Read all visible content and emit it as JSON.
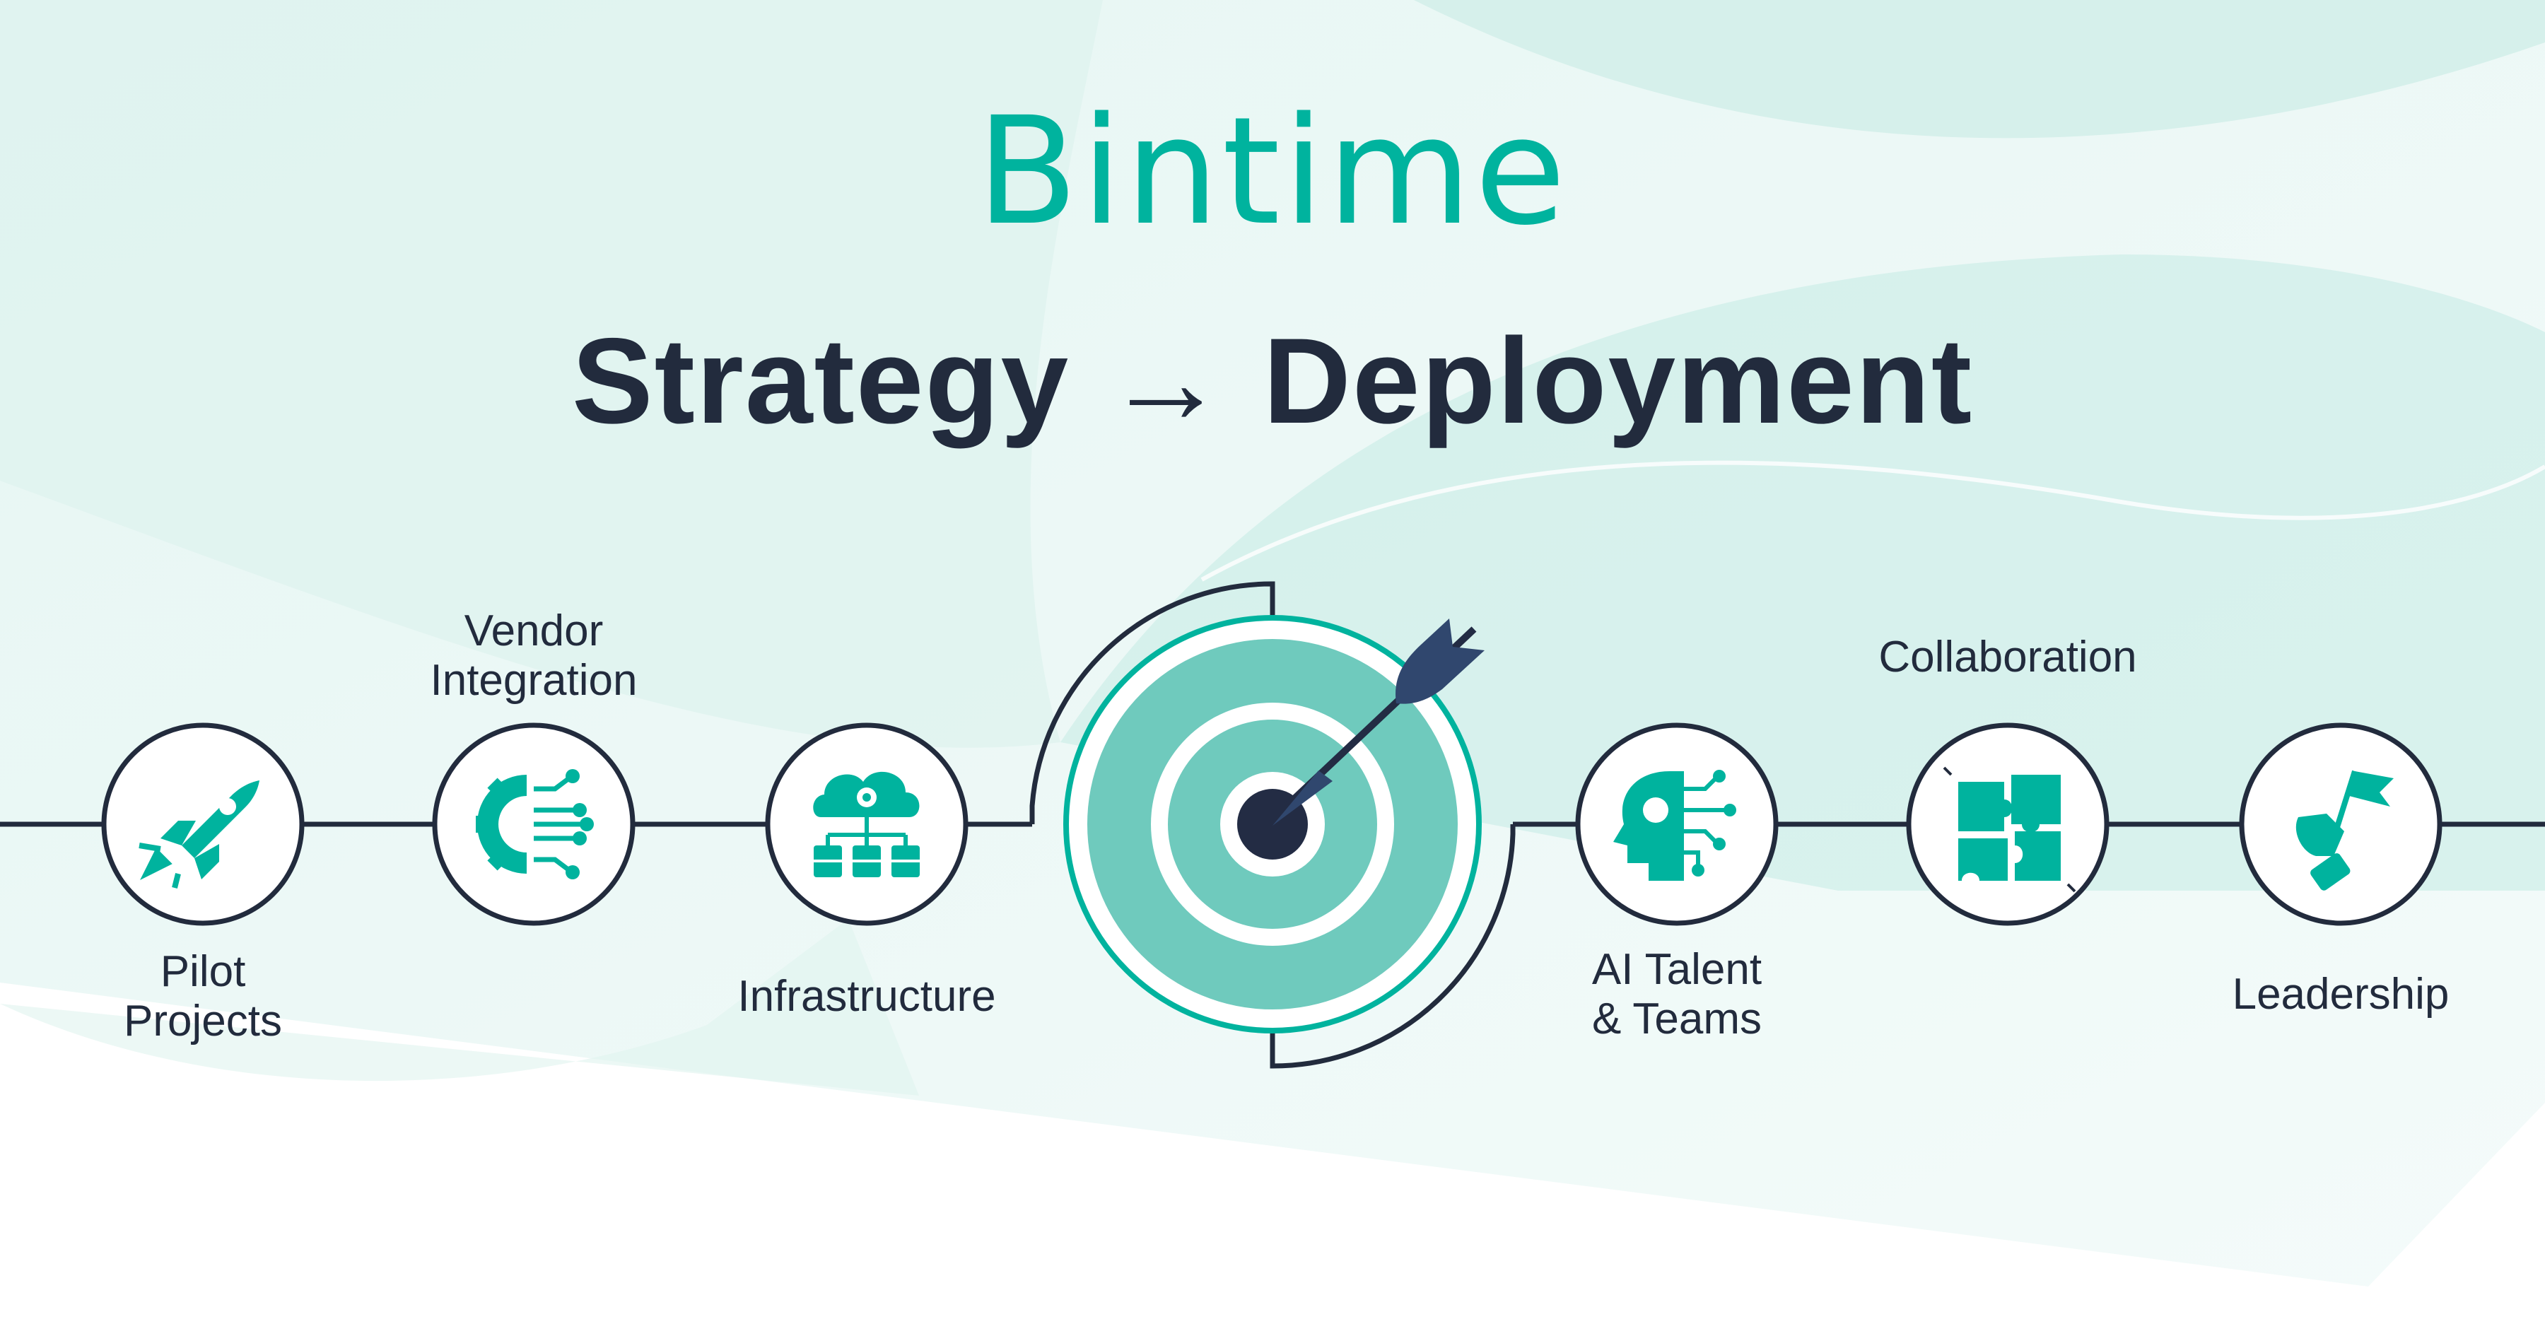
{
  "brand": {
    "logo_text": "Bintime"
  },
  "header": {
    "title": "Strategy → Deployment"
  },
  "steps": [
    {
      "label_line1": "Pilot",
      "label_line2": "Projects",
      "icon": "rocket-icon"
    },
    {
      "label_line1": "Vendor",
      "label_line2": "Integration",
      "icon": "gear-circuit-icon"
    },
    {
      "label_line1": "Infrastructure",
      "icon": "cloud-network-icon"
    },
    {
      "label_line1": "AI Talent",
      "label_line2": "& Teams",
      "icon": "ai-head-icon"
    },
    {
      "label_line1": "Collaboration",
      "icon": "puzzle-hands-icon"
    },
    {
      "label_line1": "Leadership",
      "icon": "hand-flag-icon"
    }
  ],
  "center": {
    "icon": "target-arrow-icon"
  },
  "colors": {
    "teal": "#00b39e",
    "light_teal": "#6fcabd",
    "navy": "#222b3d",
    "arrow": "#30476e"
  }
}
